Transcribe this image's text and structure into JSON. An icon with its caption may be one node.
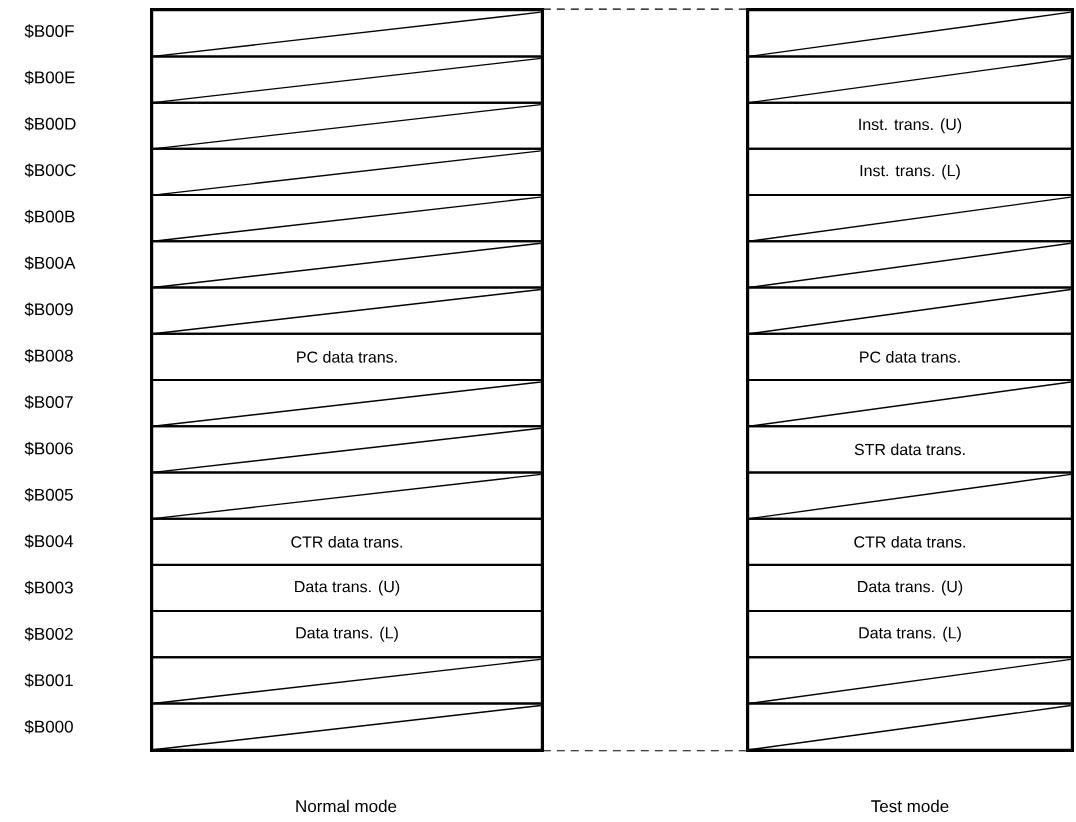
{
  "diagram": {
    "nodes": [
      {
        "text": [
          "Normal mode"
        ]
      },
      {
        "text": [],
        "shape": "box",
        "in": 0
      },
      {
        "text": [],
        "shape": "box",
        "in": 0
      },
      {
        "text": [],
        "shape": "box",
        "in": 0
      },
      {
        "text": [],
        "shape": "box",
        "in": 0
      },
      {
        "text": [],
        "shape": "box",
        "in": 0
      },
      {
        "text": [],
        "shape": "box",
        "in": 0
      },
      {
        "text": [],
        "shape": "box",
        "in": 0
      },
      {
        "text": [
          "PC data trans."
        ],
        "in": 0
      },
      {
        "text": [],
        "shape": "box",
        "in": 0
      },
      {
        "text": [],
        "shape": "box",
        "in": 0
      },
      {
        "text": [],
        "shape": "box",
        "in": 0
      },
      {
        "text": [
          "CTR data trans."
        ],
        "in": 0
      },
      {
        "text": [
          "Data trans. (U)"
        ],
        "in": 0
      },
      {
        "text": [
          "Data trans. (L)"
        ],
        "in": 0
      },
      {
        "text": [],
        "shape": "box",
        "in": 0
      },
      {
        "text": [],
        "shape": "box",
        "in": 0
      },
      {
        "text": [
          "Test mode"
        ]
      },
      {
        "text": [],
        "shape": "box",
        "in": 17
      },
      {
        "text": [],
        "shape": "box",
        "in": 17
      },
      {
        "text": [
          "Inst. trans. (U)"
        ],
        "in": 17
      },
      {
        "text": [
          "Inst. trans. (L)"
        ],
        "in": 17
      },
      {
        "text": [],
        "shape": "box",
        "in": 17
      },
      {
        "text": [],
        "shape": "box",
        "in": 17
      },
      {
        "text": [],
        "shape": "box",
        "in": 17
      },
      {
        "text": [
          "PC data trans."
        ],
        "in": 17
      },
      {
        "text": [],
        "shape": "box",
        "in": 17
      },
      {
        "text": [
          "STR data trans."
        ],
        "in": 17
      },
      {
        "text": [],
        "shape": "box",
        "in": 17
      },
      {
        "text": [
          "CTR data trans."
        ],
        "in": 17
      },
      {
        "text": [
          "Data trans. (U)"
        ],
        "in": 17
      },
      {
        "text": [
          "Data trans. (L)"
        ],
        "in": 17
      },
      {
        "text": [],
        "shape": "box",
        "in": 17
      },
      {
        "text": [],
        "shape": "box",
        "in": 17
      }
    ],
    "edges": [
      {
        "from": 1,
        "to": 18,
        "arrow": "none",
        "style": "dashed"
      },
      {
        "from": 16,
        "to": 33,
        "arrow": "none",
        "style": "dashed"
      }
    ],
    "labels": [
      "$B00F",
      "$B00E",
      "$B00D",
      "$B00C",
      "$B00B",
      "$B00A",
      "$B009",
      "$B008",
      "$B007",
      "$B006",
      "$B005",
      "$B004",
      "$B003",
      "$B002",
      "$B001",
      "$B000"
    ]
  }
}
